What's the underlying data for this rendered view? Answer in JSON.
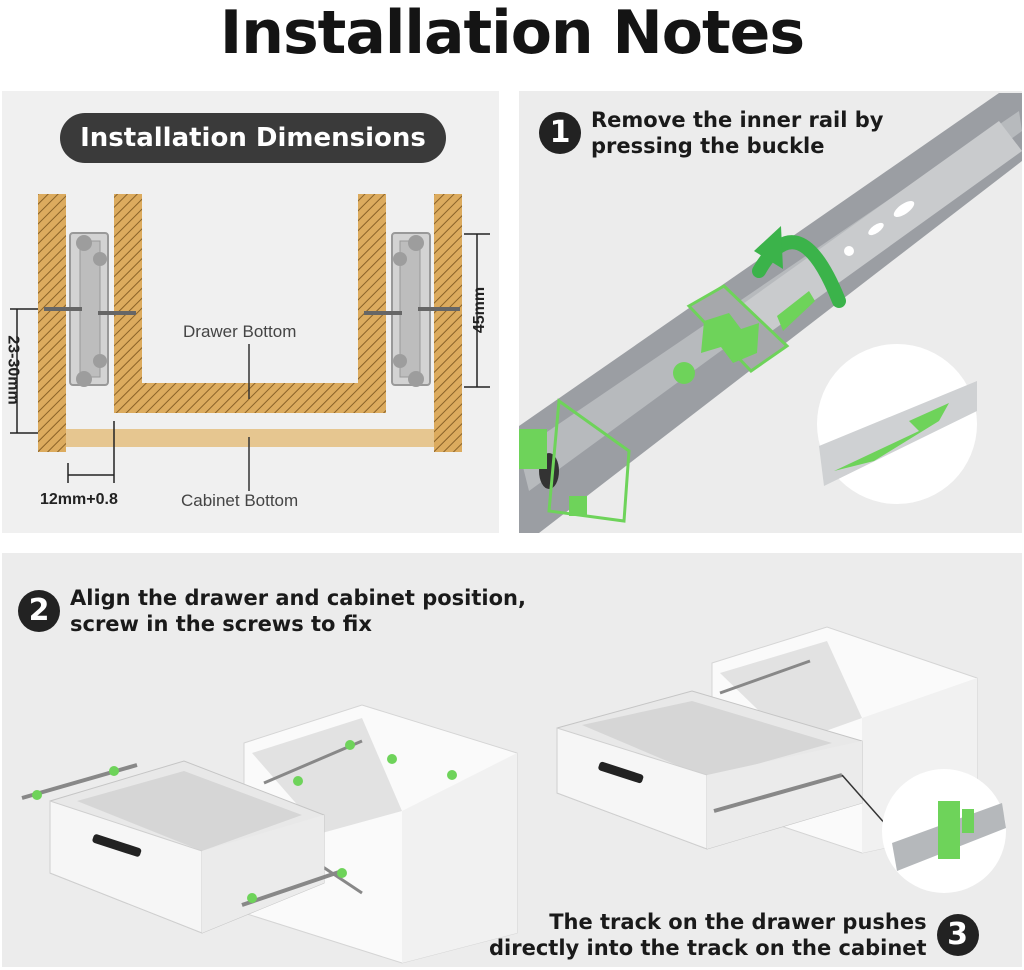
{
  "title": "Installation Notes",
  "dimensions": {
    "heading": "Installation Dimensions",
    "drawer_bottom": "Drawer Bottom",
    "cabinet_bottom": "Cabinet Bottom",
    "gap": "12mm+0.8",
    "left_height": "23-30mm",
    "right_height": "45mm"
  },
  "step1": {
    "number": "1",
    "line1": "Remove the inner rail by",
    "line2": "pressing the buckle"
  },
  "step2": {
    "number": "2",
    "line1": "Align the drawer and cabinet position,",
    "line2": "screw in the screws to fix"
  },
  "step3": {
    "number": "3",
    "line1": "The track on the drawer pushes",
    "line2": "directly into the track on the cabinet"
  },
  "colors": {
    "wood": "#dcab5e",
    "hatch": "#8a6228",
    "rail": "#9a9ca0",
    "accent_green": "#6ed35a",
    "dark": "#222222"
  }
}
